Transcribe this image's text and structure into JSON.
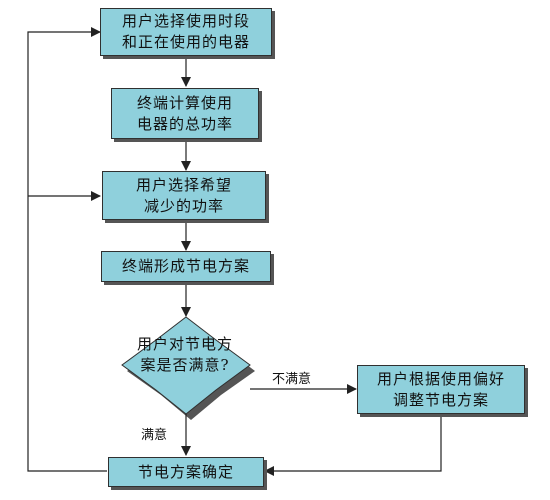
{
  "diagram": {
    "nodes": {
      "n1": "用户选择使用时段\n和正在使用的电器",
      "n2": "终端计算使用\n电器的总功率",
      "n3": "用户选择希望\n减少的功率",
      "n4": "终端形成节电方案",
      "n5": "用户对节电方\n案是否满意?",
      "n6": "用户根据使用偏好\n调整节电方案",
      "n7": "节电方案确定"
    },
    "edge_labels": {
      "unsatisfied": "不满意",
      "satisfied": "满意"
    },
    "colors": {
      "box_fill": "#8fd0dc",
      "border": "#303030",
      "line": "#222222"
    }
  }
}
